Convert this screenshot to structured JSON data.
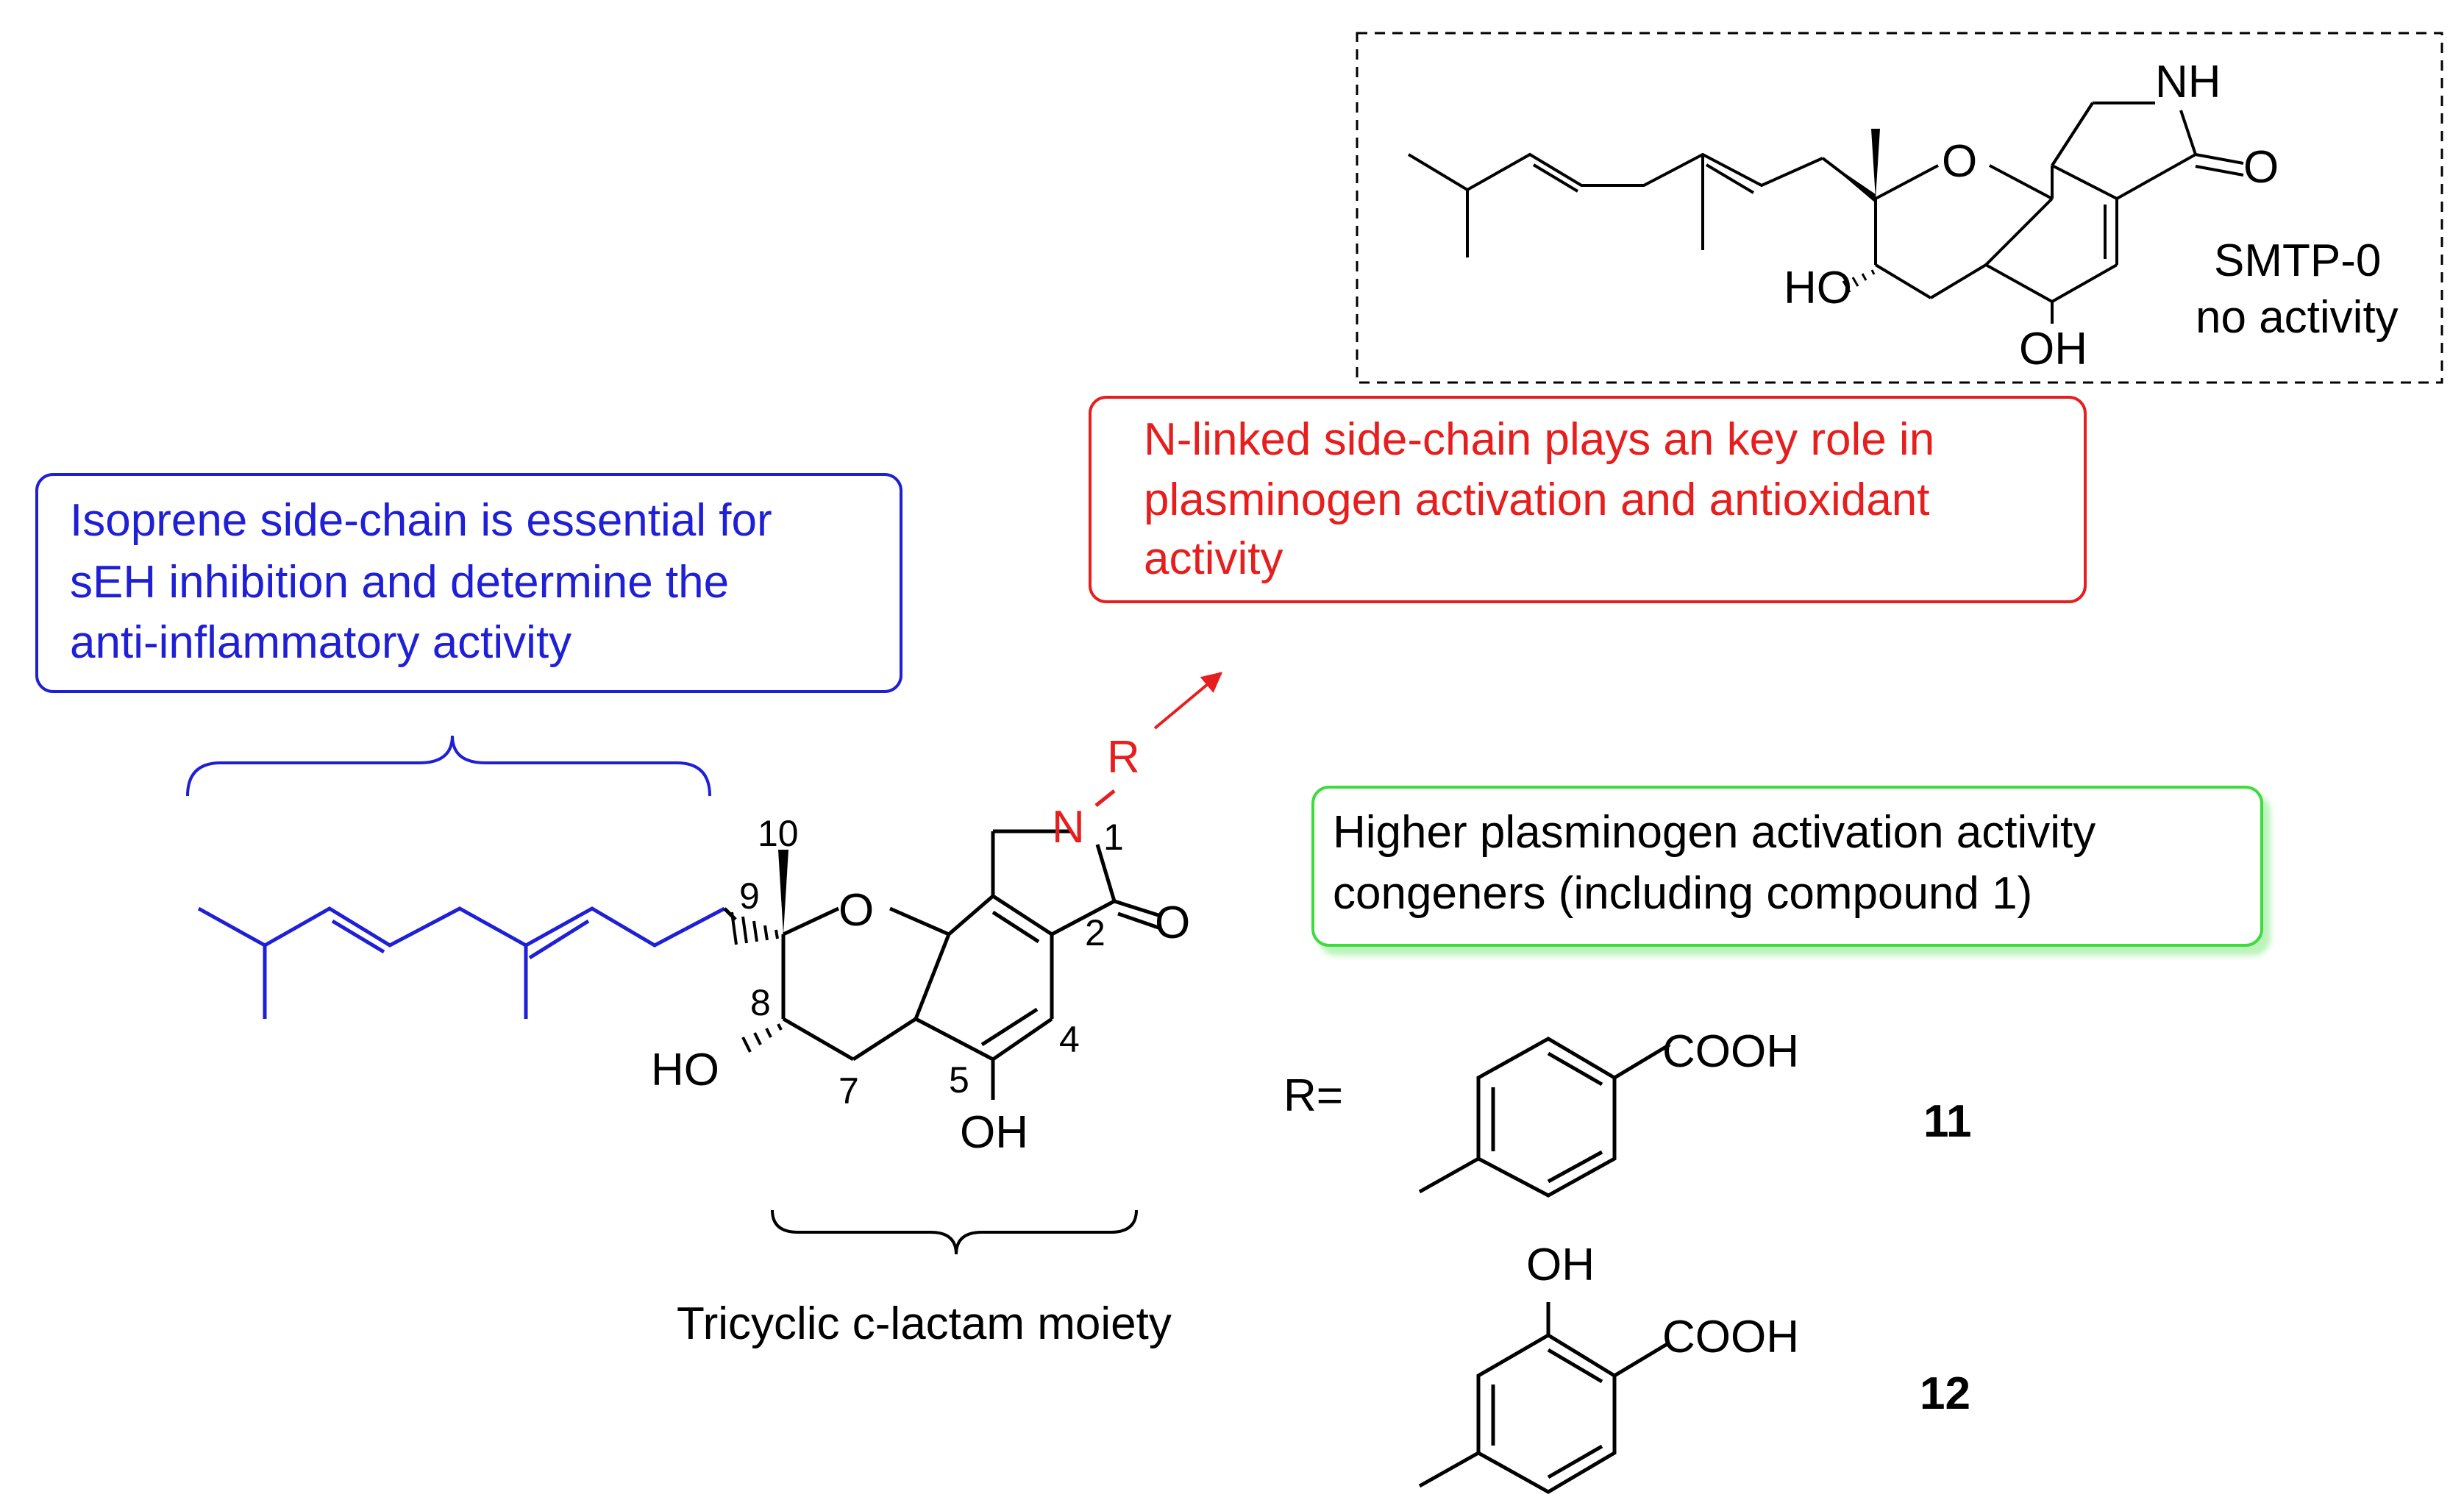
{
  "colors": {
    "blue": "#1f1fd6",
    "red": "#e61e1e",
    "green": "#3cdc3c",
    "black": "#000000"
  },
  "boxes": {
    "blue": {
      "lines": [
        "Isoprene side-chain is essential for",
        " sEH inhibition and determine the",
        "anti-inflammatory activity"
      ]
    },
    "red": {
      "lines": [
        "N-linked side-chain plays an key role in",
        "plasminogen activation and antioxidant",
        "activity"
      ]
    },
    "green": {
      "lines": [
        "Higher plasminogen activation activity",
        "congeners (including compound 1)"
      ]
    },
    "dashed": {
      "name": "SMTP-0",
      "note": "no activity"
    }
  },
  "main_structure": {
    "r_label": "R",
    "n_label": "N",
    "o_ring_label": "O",
    "o_carbonyl_label": "O",
    "ho_label": "HO",
    "oh_label": "OH",
    "numbers": [
      "1",
      "2",
      "4",
      "5",
      "7",
      "8",
      "9",
      "10"
    ]
  },
  "small_structure": {
    "nh_label": "NH",
    "o_ring_label": "O",
    "o_carbonyl_label": "O",
    "ho_label": "HO",
    "oh_label": "OH"
  },
  "caption": "Tricyclic c-lactam moiety",
  "r_equals": "R=",
  "substituents": [
    {
      "cooh": "COOH",
      "compound": "11"
    },
    {
      "oh": "OH",
      "cooh": "COOH",
      "compound": "12"
    }
  ]
}
